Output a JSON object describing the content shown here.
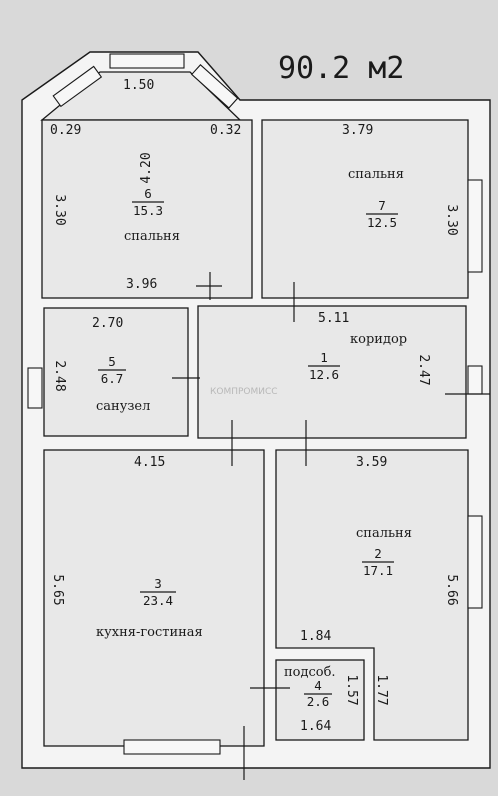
{
  "total_area": "90.2 м2",
  "watermark": "КОМПРОМИСС",
  "rooms": [
    {
      "id": "6",
      "number": "6",
      "area": "15.3",
      "name": "спальня"
    },
    {
      "id": "7",
      "number": "7",
      "area": "12.5",
      "name": "спальня"
    },
    {
      "id": "5",
      "number": "5",
      "area": "6.7",
      "name": "санузел"
    },
    {
      "id": "1",
      "number": "1",
      "area": "12.6",
      "name": "коридор"
    },
    {
      "id": "3",
      "number": "3",
      "area": "23.4",
      "name": "кухня-гостиная"
    },
    {
      "id": "2",
      "number": "2",
      "area": "17.1",
      "name": "спальня"
    },
    {
      "id": "4",
      "number": "4",
      "area": "2.6",
      "name": "подсоб."
    }
  ],
  "dimensions": {
    "bay_top": "1.50",
    "r6_left_small": "0.29",
    "r6_diag": "4.20",
    "r6_right_small": "0.32",
    "r6_left": "3.30",
    "r6_bottom": "3.96",
    "r7_top": "3.79",
    "r7_right": "3.30",
    "r5_top": "2.70",
    "r5_left": "2.48",
    "r1_top": "5.11",
    "r1_right": "2.47",
    "r3_top": "4.15",
    "r3_left": "5.65",
    "r2_top": "3.59",
    "r2_right": "5.66",
    "r4_top": "1.84",
    "r4_right_inner": "1.57",
    "r4_right_outer": "1.77",
    "r4_bottom": "1.64"
  }
}
